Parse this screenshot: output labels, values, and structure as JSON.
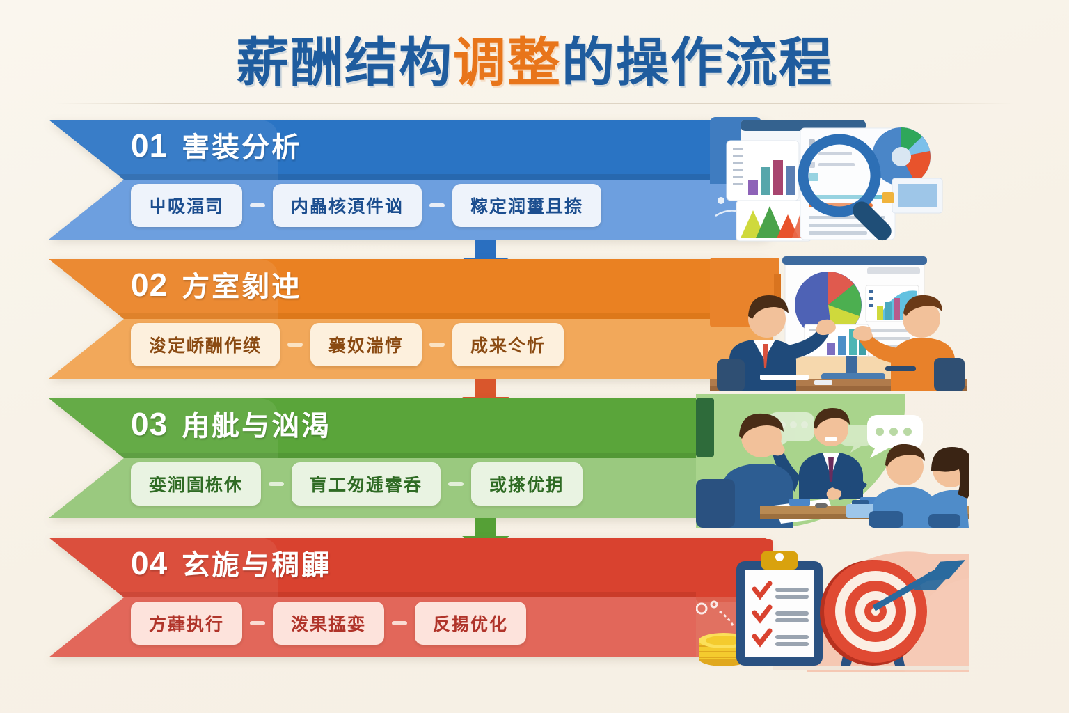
{
  "page": {
    "title_part1": "薪酬结构",
    "title_accent": "调整",
    "title_part2": "的操作流程",
    "background_color": "#f7f2e8",
    "title_color": "#1f5c9e",
    "accent_color": "#e8751a"
  },
  "steps": [
    {
      "number": "01",
      "title": "害装分析",
      "color_dark": "#2a74c4",
      "color_light": "#6d9fdf",
      "pills": [
        "屮吸湢司",
        "内畾核湏件讻",
        "糘定润璽且捺"
      ],
      "illustration": "data-analysis-magnifier-icon"
    },
    {
      "number": "02",
      "title": "方室剶迚",
      "color_dark": "#ea8122",
      "color_light": "#f2a85a",
      "pills": [
        "浚定峤酬作绬",
        "襄奴湍悙",
        "成来仒忻"
      ],
      "illustration": "presentation-discussion-icon"
    },
    {
      "number": "03",
      "title": "甪舭与汹渴",
      "color_dark": "#5aa53a",
      "color_light": "#9ac97f",
      "pills": [
        "娈涧圁栋休",
        "肓工匆逓睿呑",
        "或搽优抈"
      ],
      "illustration": "meeting-communication-icon"
    },
    {
      "number": "04",
      "title": "玄旎与稠鼲",
      "color_dark": "#d9422f",
      "color_light": "#e2675a",
      "pills": [
        "方蕼执行",
        "泼果掹娈",
        "反掦优化"
      ],
      "illustration": "checklist-target-icon"
    }
  ],
  "connectors": [
    {
      "color": "#2a6fc0",
      "name": "arrow-down-step1-to-step2"
    },
    {
      "color": "#d9562c",
      "name": "arrow-down-step2-to-step3"
    },
    {
      "color": "#55a036",
      "name": "arrow-down-step3-to-step4"
    }
  ]
}
